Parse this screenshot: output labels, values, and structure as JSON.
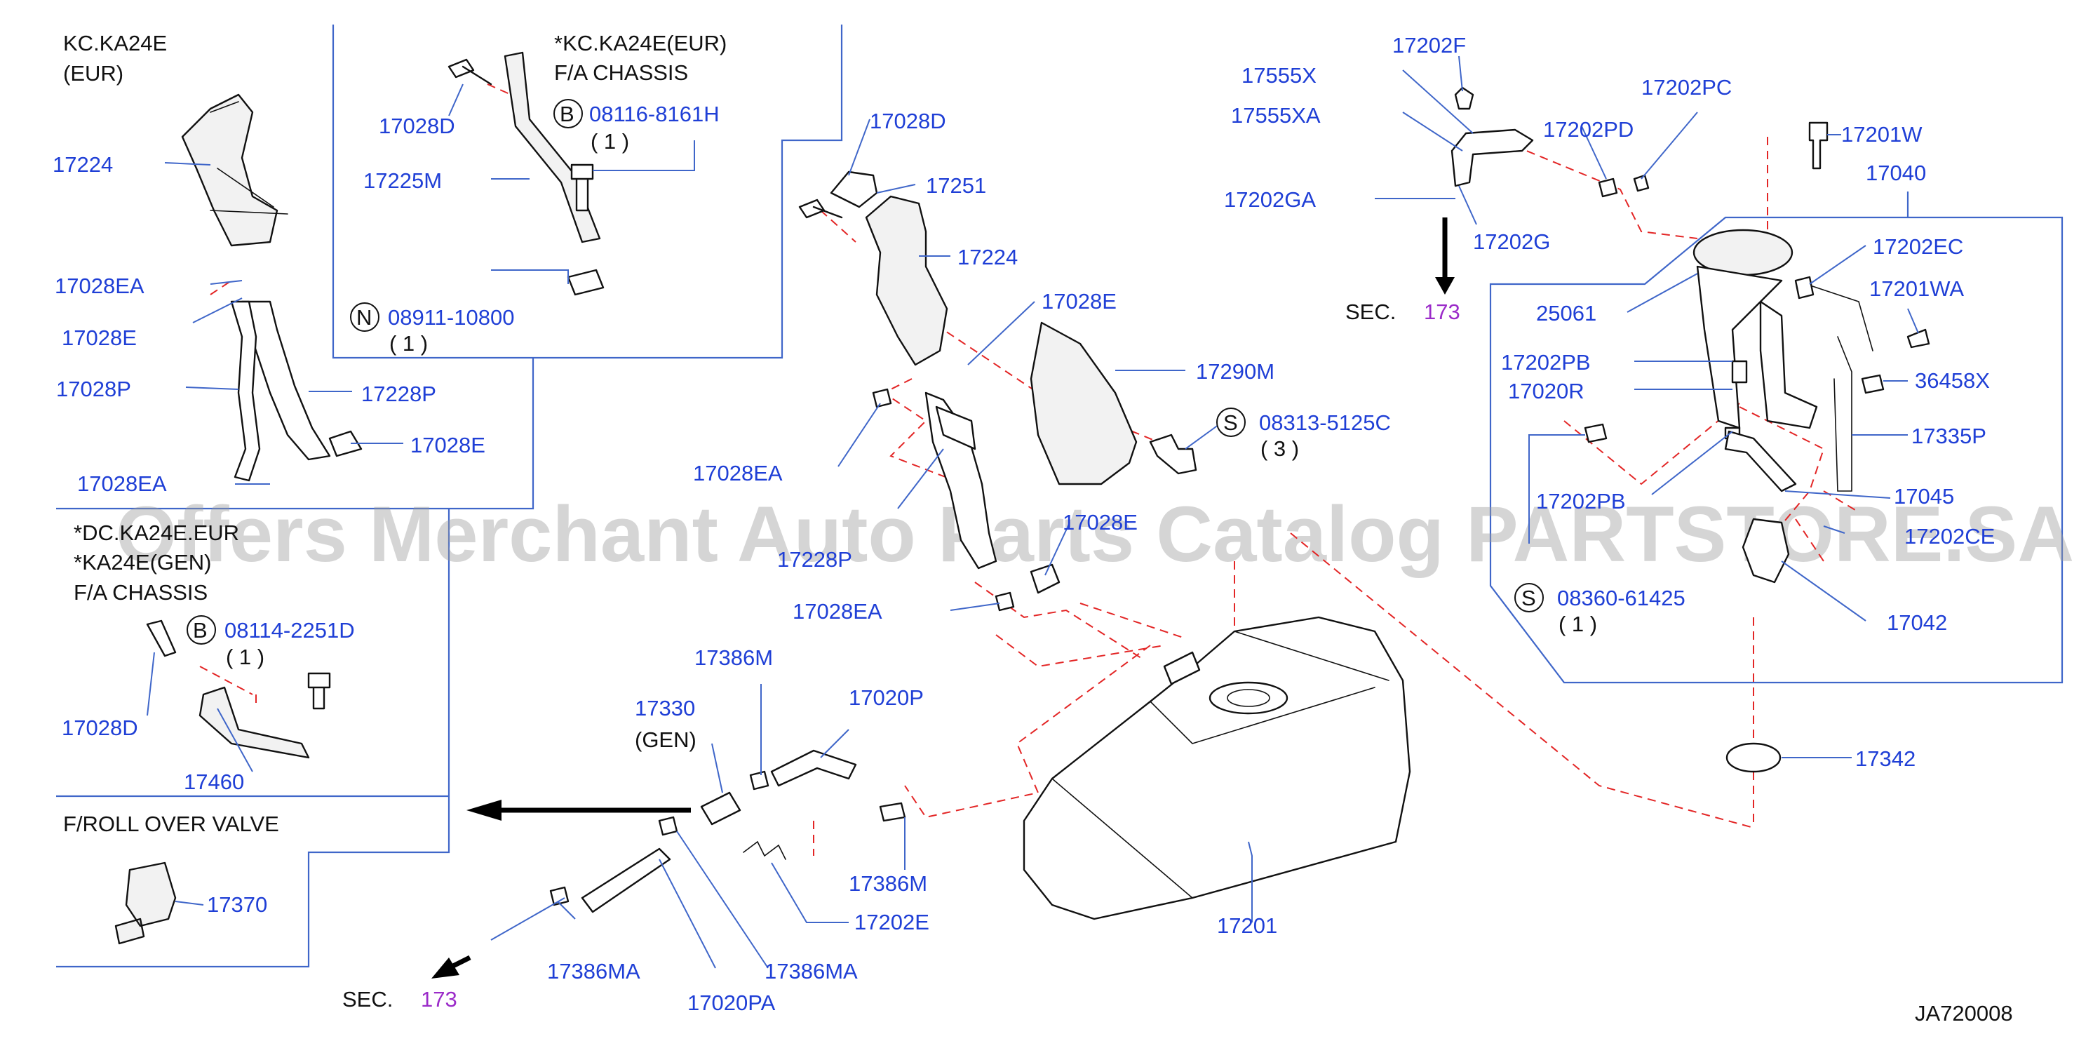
{
  "diagram_code": "JA720008",
  "watermark": "Offers Merchant Auto Parts Catalog PARTSTORE.SA",
  "notes": {
    "kc_ka24e_eur_title": "KC.KA24E",
    "kc_ka24e_eur_sub": "(EUR)",
    "kc_eur_fa_line1": "*KC.KA24E(EUR)",
    "kc_eur_fa_line2": "F/A   CHASSIS",
    "dc_line1": "*DC.KA24E.EUR",
    "dc_line2": "*KA24E(GEN)",
    "dc_line3": "F/A   CHASSIS",
    "roll_over": "F/ROLL   OVER   VALVE",
    "gen_note": "(GEN)",
    "sec_label": "SEC.",
    "sec_number": "173"
  },
  "circle_prefixes": {
    "b": "B",
    "n": "N",
    "s": "S"
  },
  "bolt_specs": {
    "b_08116": "08116-8161H",
    "b_08116_qty": "( 1 )",
    "n_08911": "08911-10800",
    "n_08911_qty": "( 1 )",
    "b_08114": "08114-2251D",
    "b_08114_qty": "( 1 )",
    "s_08313": "08313-5125C",
    "s_08313_qty": "( 3 )",
    "s_08360": "08360-61425",
    "s_08360_qty": "( 1 )"
  },
  "parts": {
    "p17224": "17224",
    "p17028D": "17028D",
    "p17225M": "17225M",
    "p17028EA": "17028EA",
    "p17028E": "17028E",
    "p17028P": "17028P",
    "p17228P": "17228P",
    "p17251": "17251",
    "p17290M": "17290M",
    "p17460": "17460",
    "p17370": "17370",
    "p17386M": "17386M",
    "p17330": "17330",
    "p17020P": "17020P",
    "p17202E": "17202E",
    "p17386MA": "17386MA",
    "p17020PA": "17020PA",
    "p17201": "17201",
    "p17555X": "17555X",
    "p17555XA": "17555XA",
    "p17202F": "17202F",
    "p17202PC": "17202PC",
    "p17202PD": "17202PD",
    "p17202GA": "17202GA",
    "p17202G": "17202G",
    "p17201W": "17201W",
    "p17040": "17040",
    "p17202EC": "17202EC",
    "p25061": "25061",
    "p17201WA": "17201WA",
    "p17202PB": "17202PB",
    "p17020R": "17020R",
    "p36458X": "36458X",
    "p17335P": "17335P",
    "p17045": "17045",
    "p17202CE": "17202CE",
    "p17042": "17042",
    "p17342": "17342",
    "p17228P_lower": "17228P"
  }
}
